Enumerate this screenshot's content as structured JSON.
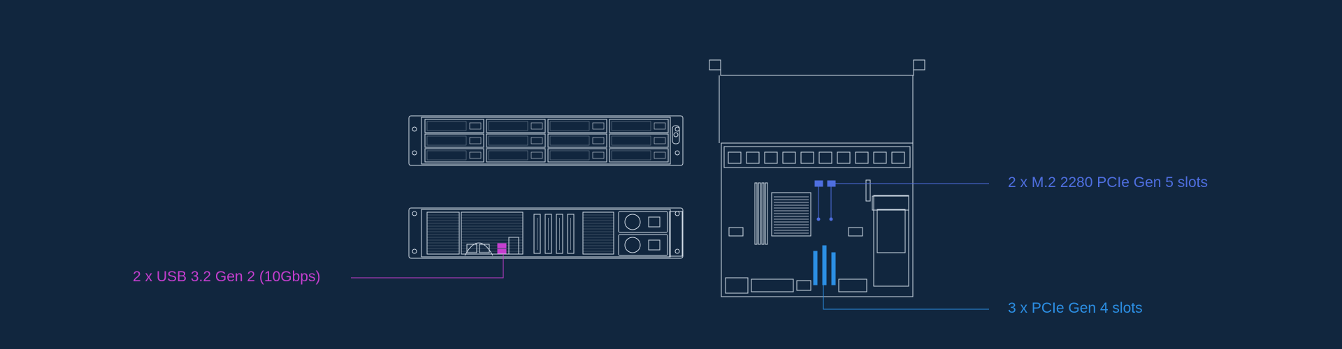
{
  "callouts": {
    "usb": "2 x USB 3.2 Gen 2 (10Gbps)",
    "m2": "2 x M.2 2280 PCIe Gen 5 slots",
    "pcie": "3 x PCIe Gen 4 slots"
  },
  "colors": {
    "background": "#11263e",
    "line_art": "#d4dde8",
    "usb_accent": "#c63fd0",
    "m2_accent": "#4f6fe0",
    "pcie_accent": "#2c8fe4"
  }
}
